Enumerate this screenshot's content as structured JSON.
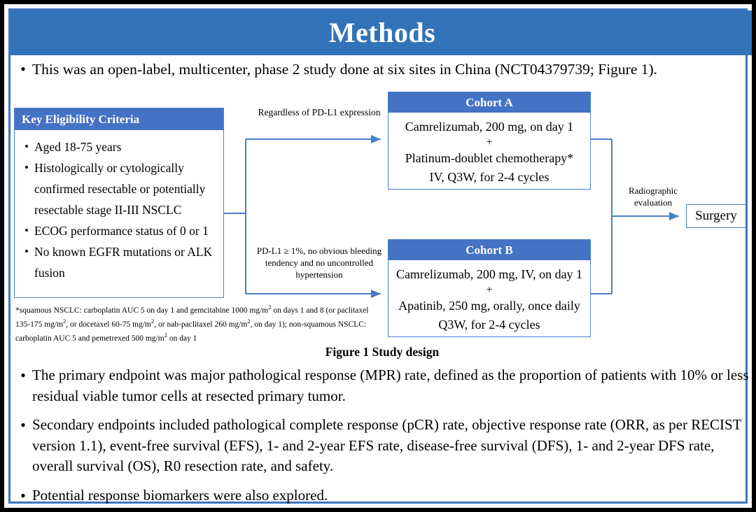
{
  "slide": {
    "title": "Methods",
    "accent_banner_color": "#3273b8",
    "box_header_color": "#4472C4",
    "connector_color": "#4a7ec4",
    "frame_border_color": "#3b76bd"
  },
  "top_bullet": {
    "marker": "•",
    "text": "This was an open-label, multicenter, phase 2 study done at six sites in China (NCT04379739; Figure 1)."
  },
  "figure": {
    "caption": "Figure 1 Study design",
    "eligibility": {
      "header": "Key  Eligibility Criteria",
      "items": [
        "Aged 18-75 years",
        "Histologically or cytologically confirmed resectable or potentially resectable stage II-III  NSCLC",
        "ECOG performance status of 0 or 1",
        "No known EGFR mutations or ALK fusion"
      ],
      "marker": "•"
    },
    "footnote": {
      "line1_pre": "*squamous NSCLC: carboplatin AUC 5 on day 1 and gemcitabine 1000 mg/m",
      "sup1": "2",
      "line1_post": " on days 1 and 8 (or paclitaxel 135-175  mg/m",
      "sup2": "2",
      "line2_mid": ", or docetaxel 60-75 mg/m",
      "sup3": "2",
      "line2_post": ", or nab-paclitaxel 260 mg/m",
      "sup4": "2",
      "line3_mid": ", on day 1); non-squamous NSCLC: carboplatin AUC 5 and pemetrexed 500 mg/m",
      "sup5": "2",
      "line3_post": " on day 1"
    },
    "condition_a": "Regardless  of PD-L1 expression",
    "condition_b": "PD-L1 ≥ 1%, no obvious bleeding tendency and no uncontrolled  hypertension",
    "cohort_a": {
      "header": "Cohort A",
      "line1": "Camrelizumab, 200 mg, on day 1",
      "plus": "+",
      "line2": "Platinum-doublet chemotherapy*",
      "line3": "IV, Q3W, for 2-4 cycles"
    },
    "cohort_b": {
      "header": "Cohort B",
      "line1": "Camrelizumab, 200 mg, IV, on day 1",
      "plus": "+",
      "line2": "Apatinib, 250 mg, orally, once daily",
      "line3": "Q3W, for 2-4 cycles"
    },
    "radiographic_label": "Radiographic evaluation",
    "surgery_label": "Surgery"
  },
  "bottom_bullets": {
    "marker": "•",
    "items": [
      "The primary endpoint was major pathological response (MPR) rate, defined as the proportion of patients with 10% or less residual viable tumor cells at resected primary tumor.",
      "Secondary endpoints included pathological complete response (pCR) rate, objective response rate (ORR, as per RECIST version 1.1), event-free survival (EFS), 1- and 2-year EFS rate, disease-free survival (DFS), 1- and 2-year DFS rate, overall survival (OS), R0 resection rate, and safety.",
      "Potential response biomarkers were also explored."
    ]
  }
}
